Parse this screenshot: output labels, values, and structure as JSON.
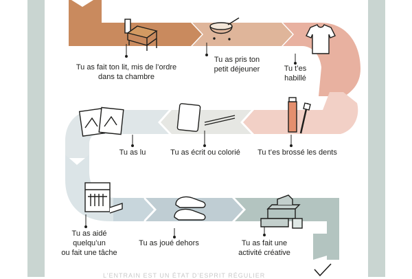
{
  "steps": [
    {
      "id": "bed",
      "label_lines": [
        "Tu as fait ton lit, mis de l’ordre",
        "dans ta chambre"
      ],
      "icon": "bed-icon"
    },
    {
      "id": "breakfast",
      "label_lines": [
        "Tu as pris ton",
        "petit déjeuner"
      ],
      "icon": "cereal-bowl-icon"
    },
    {
      "id": "dressed",
      "label_lines": [
        "Tu t’es",
        "habillé"
      ],
      "icon": "tshirt-icon"
    },
    {
      "id": "teeth",
      "label_lines": [
        "Tu t’es brossé les dents"
      ],
      "icon": "toothbrush-icon"
    },
    {
      "id": "write",
      "label_lines": [
        "Tu as écrit ou colorié"
      ],
      "icon": "notepad-pencils-icon"
    },
    {
      "id": "read",
      "label_lines": [
        "Tu as lu"
      ],
      "icon": "book-icon"
    },
    {
      "id": "help",
      "label_lines": [
        "Tu as aidé",
        "quelqu’un",
        "ou fait une tâche"
      ],
      "icon": "dishwasher-icon"
    },
    {
      "id": "play",
      "label_lines": [
        "Tu as joué dehors"
      ],
      "icon": "sneakers-icon"
    },
    {
      "id": "creative",
      "label_lines": [
        "Tu as fait une",
        "activité créative"
      ],
      "icon": "building-blocks-icon"
    }
  ],
  "colors": {
    "brown": "#c98a5e",
    "peach": "#e4a793",
    "pink": "#f0cabf",
    "light_blue": "#dfe6e8",
    "blue": "#c5d4da",
    "gray_blue": "#bccbd1",
    "sage": "#b3c4c0",
    "side_panel": "#c9d5d1"
  },
  "bottom_text": "L’ENTRAIN EST UN ÉTAT D’ESPRIT RÉGULIER"
}
